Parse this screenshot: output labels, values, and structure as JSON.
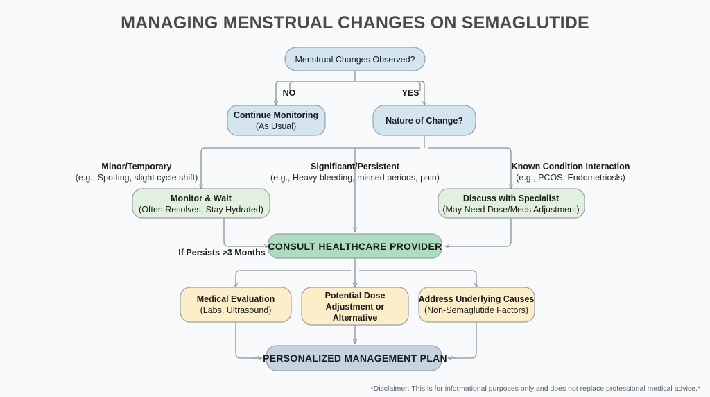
{
  "page": {
    "title": "MANAGING MENSTRUAL CHANGES ON SEMAGLUTIDE",
    "background_color": "#f7f9fa",
    "disclaimer": "*Disclaimer: This is for informational purposes only and does not replace professional medical advice.*"
  },
  "chart_data": {
    "type": "diagram",
    "diagram_kind": "flowchart",
    "title": "MANAGING MENSTRUAL CHANGES ON SEMAGLUTIDE",
    "colors": {
      "blue_fill": "#d3e5ef",
      "blue_stroke": "#9aa0a6",
      "green_fill": "#e2f0df",
      "green_stroke": "#9aa0a6",
      "green_strong_fill": "#aedcc3",
      "yellow_fill": "#fbeec9",
      "grey_blue_fill": "#c6d4e1",
      "connector": "#8a9196",
      "title_color": "#4a4a4a",
      "disclaimer_color": "#5b6166"
    },
    "nodes": [
      {
        "id": "start",
        "shape": "rounded-rect",
        "style": "blue",
        "lines": [
          {
            "text": "Menstrual Changes Observed?",
            "bold": false
          }
        ]
      },
      {
        "id": "continue-monitoring",
        "shape": "rounded-rect",
        "style": "blue",
        "lines": [
          {
            "text": "Continue Monitoring",
            "bold": true
          },
          {
            "text": "(As Usual)",
            "bold": false
          }
        ]
      },
      {
        "id": "nature-of-change",
        "shape": "rounded-rect",
        "style": "blue",
        "lines": [
          {
            "text": "Nature of Change?",
            "bold": true
          }
        ]
      },
      {
        "id": "monitor-and-wait",
        "shape": "rounded-rect",
        "style": "green",
        "lines": [
          {
            "text": "Monitor & Wait",
            "bold": true
          },
          {
            "text": "(Often Resolves, Stay Hydrated)",
            "bold": false
          }
        ]
      },
      {
        "id": "discuss-with-specialist",
        "shape": "rounded-rect",
        "style": "green",
        "lines": [
          {
            "text": "Discuss with Specialist",
            "bold": true
          },
          {
            "text": "(May Need Dose/Meds Adjustment)",
            "bold": false
          }
        ]
      },
      {
        "id": "consult-healthcare-provider",
        "shape": "rounded-rect",
        "style": "green-strong",
        "lines": [
          {
            "text": "CONSULT HEALTHCARE PROVIDER",
            "bold": true
          }
        ]
      },
      {
        "id": "medical-evaluation",
        "shape": "rounded-rect",
        "style": "yellow",
        "lines": [
          {
            "text": "Medical Evaluation",
            "bold": true
          },
          {
            "text": "(Labs, Ultrasound)",
            "bold": false
          }
        ]
      },
      {
        "id": "potential-dose-adjustment",
        "shape": "rounded-rect",
        "style": "yellow",
        "lines": [
          {
            "text": "Potential Dose",
            "bold": true
          },
          {
            "text": "Adjustment or",
            "bold": true
          },
          {
            "text": "Alternative",
            "bold": true
          }
        ]
      },
      {
        "id": "address-underlying-causes",
        "shape": "rounded-rect",
        "style": "yellow",
        "lines": [
          {
            "text": "Address Underlying Causes",
            "bold": true
          },
          {
            "text": "(Non-Semaglutide Factors)",
            "bold": false
          }
        ]
      },
      {
        "id": "personalized-management-plan",
        "shape": "rounded-rect",
        "style": "grey-blue",
        "lines": [
          {
            "text": "PERSONALIZED MANAGEMENT PLAN",
            "bold": true
          }
        ]
      }
    ],
    "edge_labels": [
      {
        "id": "label-no",
        "text": "NO"
      },
      {
        "id": "label-yes",
        "text": "YES"
      },
      {
        "id": "label-if-persists",
        "text": "If Persists >3 Months"
      }
    ],
    "branch_labels": [
      {
        "id": "branch-minor-temporary",
        "title": "Minor/Temporary",
        "subtitle": "(e.g., Spotting, slight cycle shift)"
      },
      {
        "id": "branch-significant-persistent",
        "title": "Significant/Persistent",
        "subtitle": "(e.g., Heavy bleeding, missed periods, pain)"
      },
      {
        "id": "branch-known-condition",
        "title": "Known Condition Interaction",
        "subtitle": "(e.g., PCOS, Endometriosls)"
      }
    ]
  },
  "nodes": {
    "start": {
      "line1": "Menstrual Changes Observed?"
    },
    "continue_monitoring": {
      "line1": "Continue Monitoring",
      "line2": "(As Usual)"
    },
    "nature_of_change": {
      "line1": "Nature of Change?"
    },
    "monitor_and_wait": {
      "line1": "Monitor & Wait",
      "line2": "(Often Resolves, Stay Hydrated)"
    },
    "discuss_with_specialist": {
      "line1": "Discuss with Specialist",
      "line2": "(May Need Dose/Meds Adjustment)"
    },
    "consult_healthcare_provider": {
      "line1": "CONSULT HEALTHCARE PROVIDER"
    },
    "medical_evaluation": {
      "line1": "Medical Evaluation",
      "line2": "(Labs, Ultrasound)"
    },
    "potential_dose_adjustment": {
      "line1": "Potential Dose",
      "line2": "Adjustment or",
      "line3": "Alternative"
    },
    "address_underlying_causes": {
      "line1": "Address Underlying Causes",
      "line2": "(Non-Semaglutide Factors)"
    },
    "personalized_management_plan": {
      "line1": "PERSONALIZED MANAGEMENT PLAN"
    }
  },
  "edges": {
    "no_label": "NO",
    "yes_label": "YES",
    "if_persists_label": "If Persists >3 Months"
  },
  "branches": {
    "minor": {
      "title": "Minor/Temporary",
      "subtitle": "(e.g., Spotting, slight cycle shift)"
    },
    "significant": {
      "title": "Significant/Persistent",
      "subtitle": "(e.g., Heavy bleeding, missed periods, pain)"
    },
    "known": {
      "title": "Known Condition Interaction",
      "subtitle": "(e.g., PCOS, Endometriosls)"
    }
  }
}
